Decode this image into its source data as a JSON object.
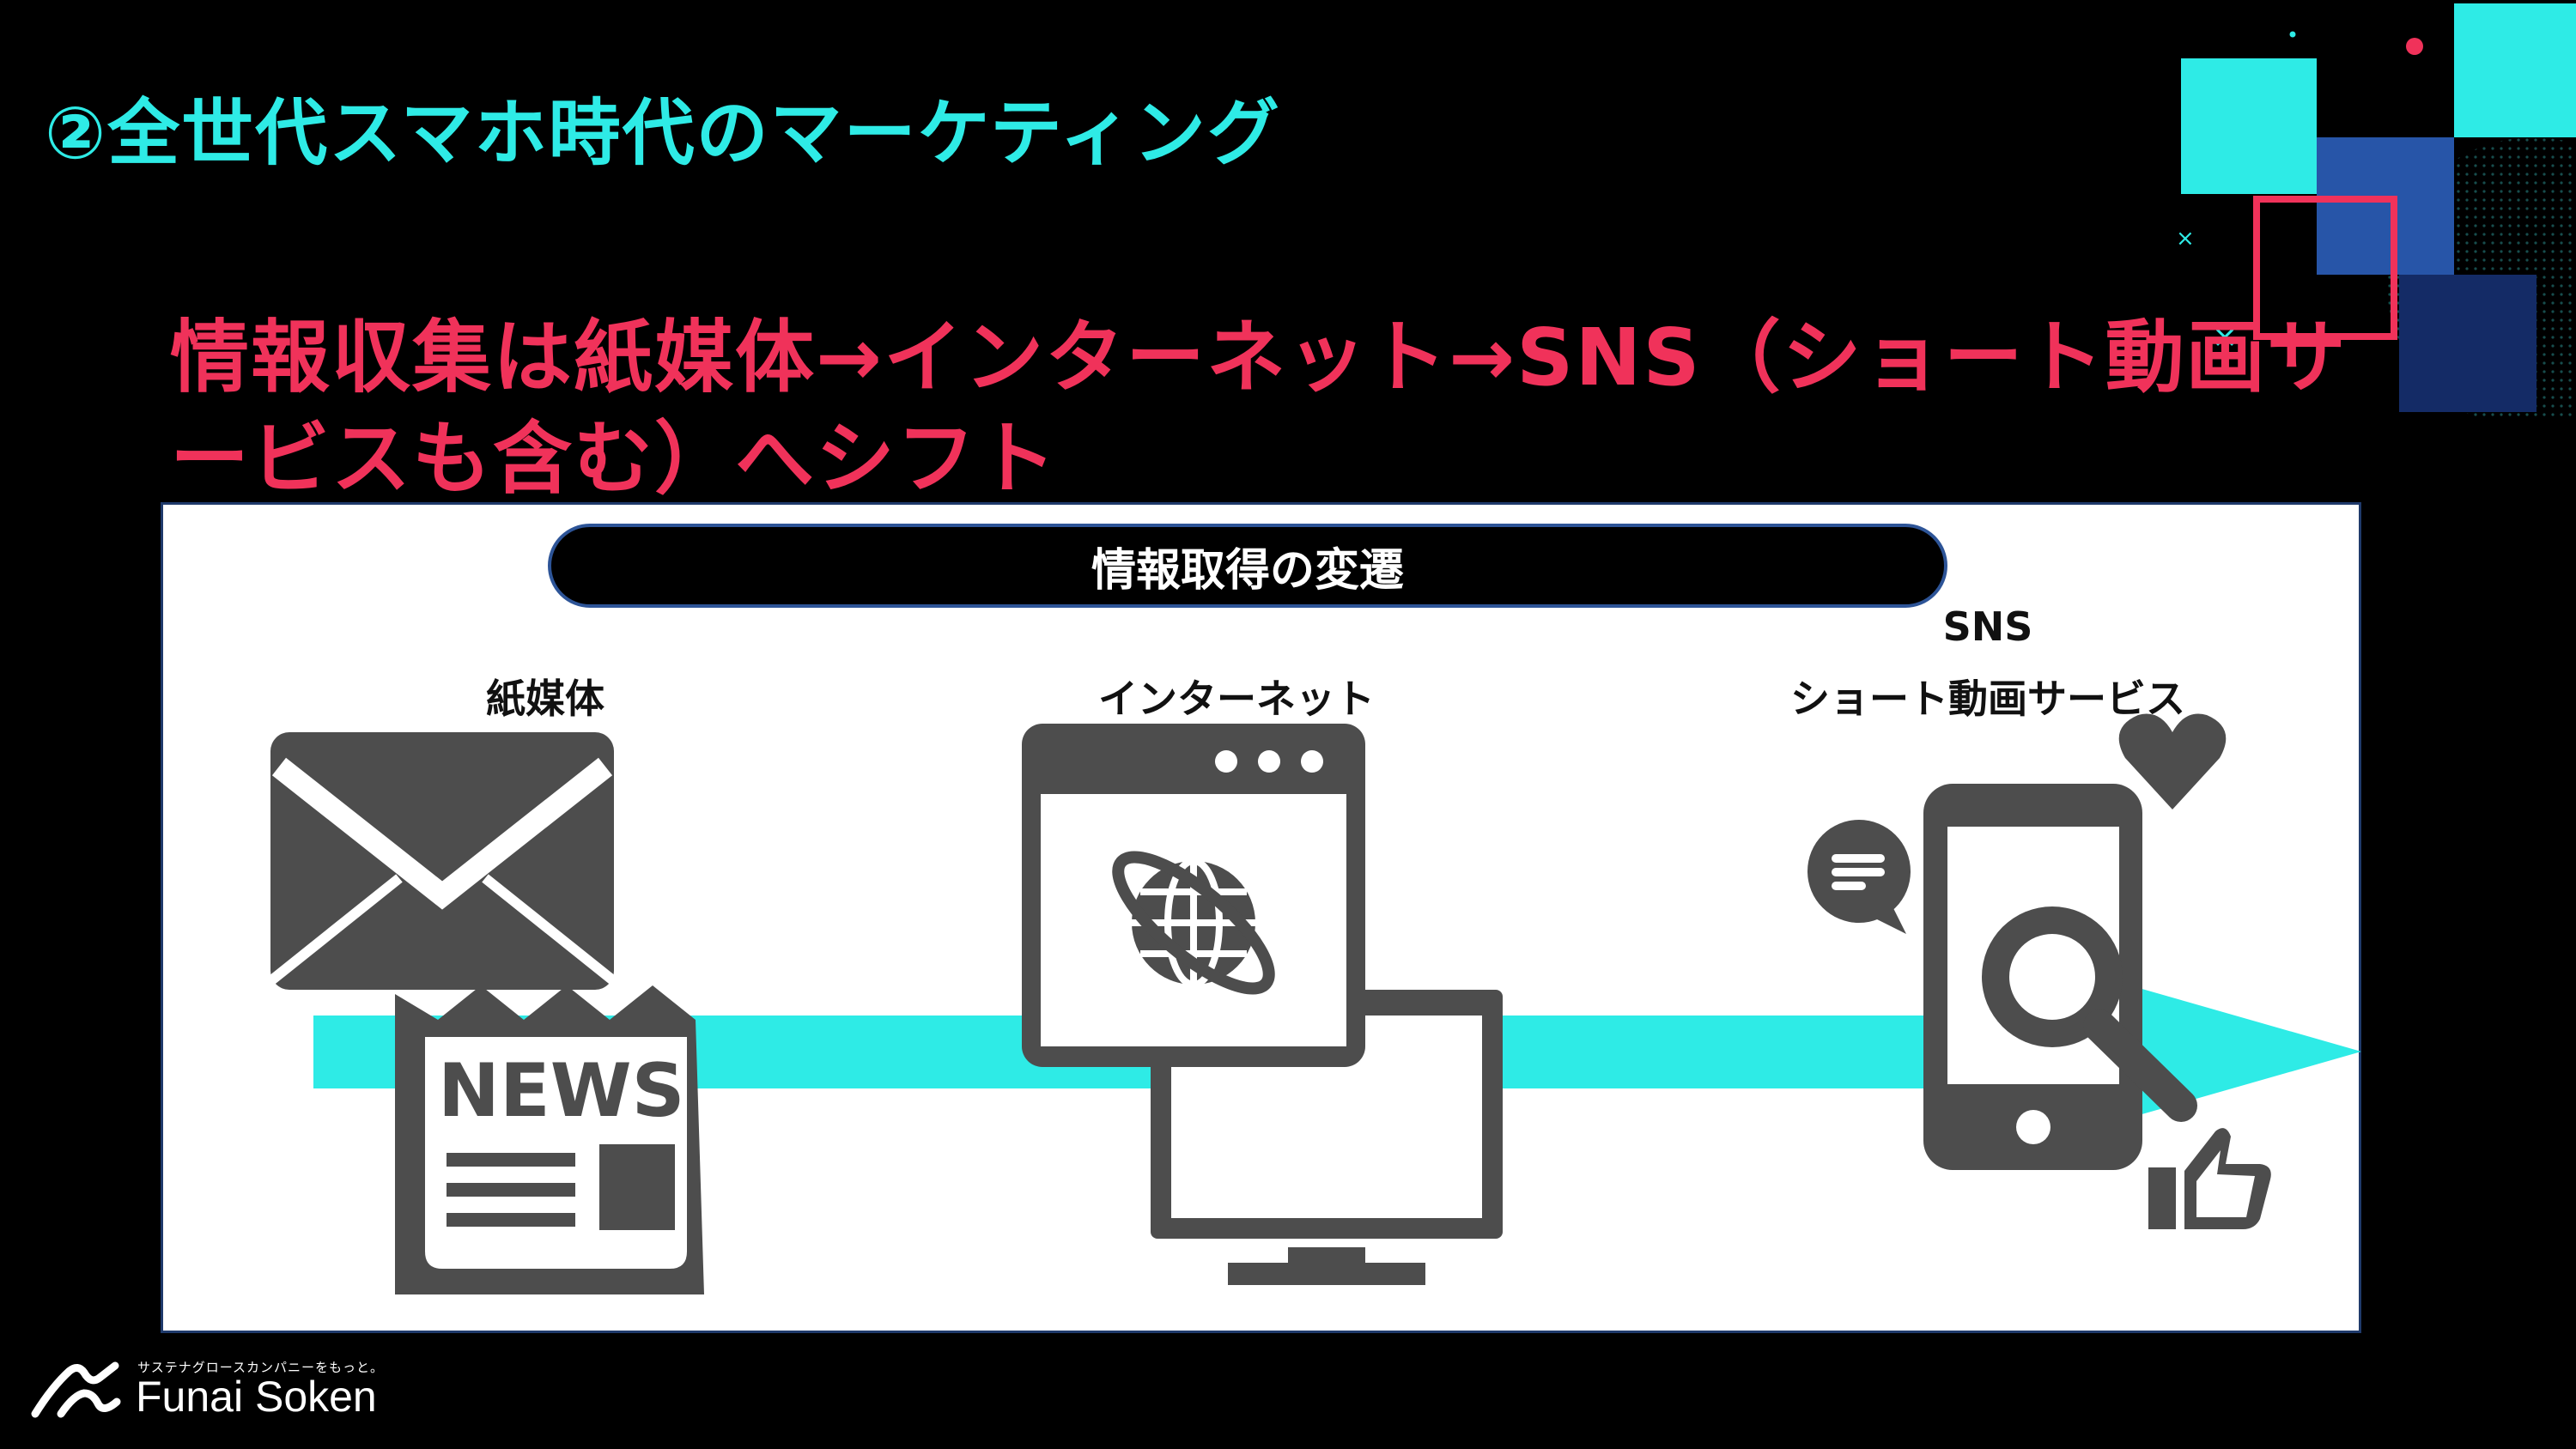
{
  "slide": {
    "title": "②全世代スマホ時代のマーケティング",
    "headline": "情報収集は紙媒体→インターネット→SNS（ショート動画サービスも含む）へシフト"
  },
  "diagram": {
    "heading": "情報取得の変遷",
    "stages": [
      {
        "label": "紙媒体",
        "icons": [
          "envelope-icon",
          "newspaper-icon"
        ]
      },
      {
        "label": "インターネット",
        "icons": [
          "browser-globe-icon",
          "desktop-monitor-icon"
        ]
      },
      {
        "label_line1": "SNS",
        "label_line2": "ショート動画サービス",
        "icons": [
          "smartphone-search-icon",
          "heart-icon",
          "chat-bubble-icon",
          "thumbs-up-icon"
        ]
      }
    ],
    "newspaper_text": "NEWS"
  },
  "brand": {
    "tagline": "サステナグロースカンパニーをもっと。",
    "name": "Funai Soken"
  },
  "colors": {
    "background": "#000000",
    "title": "#2EEBE6",
    "headline": "#F0325A",
    "arrow": "#2EEBE6",
    "icon": "#4D4D4D",
    "pill_border": "#2D5497"
  }
}
